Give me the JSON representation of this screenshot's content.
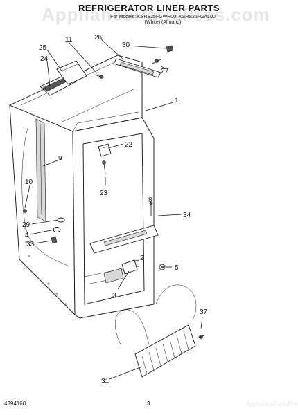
{
  "watermark": "AppliancePartsPros.com",
  "title": "REFRIGERATOR LINER PARTS",
  "models": {
    "line1": "For Models: KSRS25FGWH00, KSRS25FGAL00",
    "line2": "(White)          (Almond)"
  },
  "callouts": {
    "c1": "1",
    "c2": "2",
    "c4": "4",
    "c5": "5",
    "c8": "8",
    "c9": "9",
    "c10": "10",
    "c11": "11",
    "c22": "22",
    "c23": "23",
    "c24": "24",
    "c25": "25",
    "c26": "26",
    "c27": "27",
    "c29": "29",
    "c30": "30",
    "c31": "31",
    "c33": "33",
    "c34": "34",
    "c37": "37",
    "c3": "3"
  },
  "footer": {
    "doc_number": "4394160",
    "page_number": "3",
    "watermark": "AppliancePartsPros.com"
  }
}
